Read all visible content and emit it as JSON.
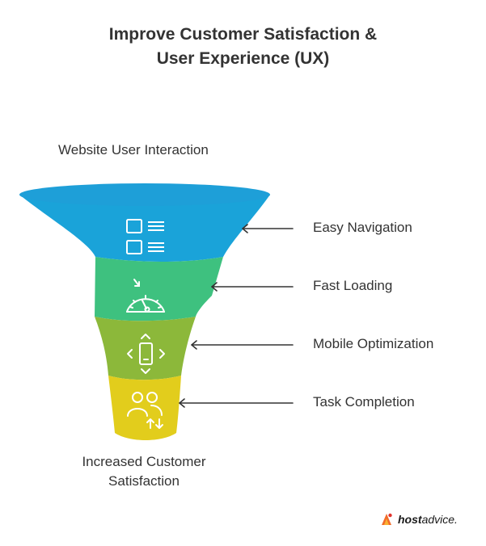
{
  "title": {
    "line1": "Improve Customer Satisfaction &",
    "line2": "User Experience (UX)"
  },
  "funnel": {
    "top_label": "Website User Interaction",
    "bottom_label_line1": "Increased Customer",
    "bottom_label_line2": "Satisfaction",
    "stages": [
      {
        "label": "Easy Navigation",
        "color": "#1aa3d9",
        "icon": "list-layout-icon"
      },
      {
        "label": "Fast Loading",
        "color": "#3ec17f",
        "icon": "speedometer-icon"
      },
      {
        "label": "Mobile Optimization",
        "color": "#8cb83a",
        "icon": "mobile-device-icon"
      },
      {
        "label": "Task Completion",
        "color": "#e2cd1c",
        "icon": "users-arrows-icon"
      }
    ],
    "rim_color": "#1e9fd8",
    "rim_inner_color": "#0d86bd"
  },
  "brand": {
    "host": "host",
    "advice": "advice."
  }
}
